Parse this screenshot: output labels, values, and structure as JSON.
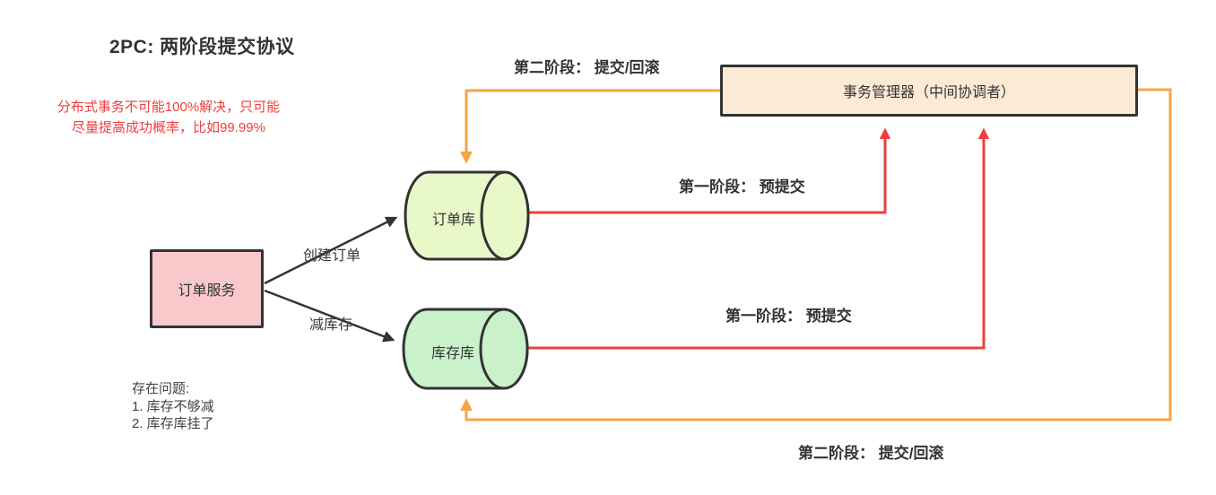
{
  "title": "2PC: 两阶段提交协议",
  "note": {
    "line1": "分布式事务不可能100%解决，只可能",
    "line2": "尽量提高成功概率，比如99.99%"
  },
  "nodes": {
    "order_service": {
      "label": "订单服务"
    },
    "order_db": {
      "label": "订单库"
    },
    "inventory_db": {
      "label": "库存库"
    },
    "tx_manager": {
      "label": "事务管理器（中间协调者）"
    }
  },
  "edge_labels": {
    "create_order": "创建订单",
    "reduce_inventory": "减库存",
    "phase1_order": "第一阶段： 预提交",
    "phase1_inventory": "第一阶段： 预提交",
    "phase2_order": "第二阶段： 提交/回滚",
    "phase2_inventory": "第二阶段： 提交/回滚"
  },
  "problems": {
    "heading": "存在问题:",
    "items": [
      "1. 库存不够减",
      "2. 库存库挂了"
    ]
  },
  "colors": {
    "red_accent": "#ee3e3e",
    "orange_accent": "#f7a444",
    "outline": "#333333",
    "order_service_fill": "#f9c8ca",
    "order_db_fill": "#e9f8c9",
    "inventory_db_fill": "#c9f2ca",
    "tx_manager_fill": "#fdead6"
  }
}
